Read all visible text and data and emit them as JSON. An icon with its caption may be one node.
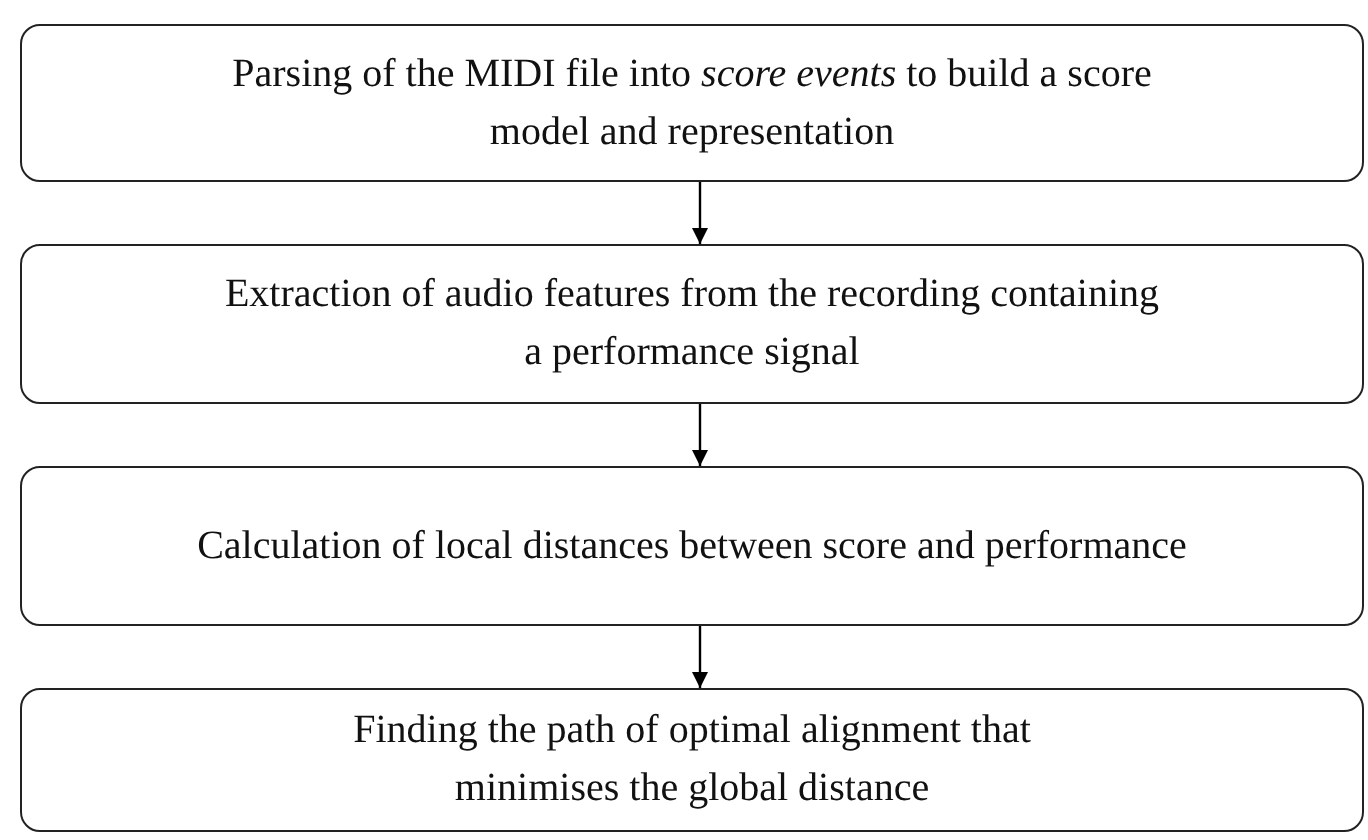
{
  "diagram": {
    "nodes": [
      {
        "text": [
          "Parsing of the MIDI file into *score  events* to build a score model and representation"
        ]
      },
      {
        "text": [
          "Extraction of audio features from the recording containing a performance signal"
        ]
      },
      {
        "text": [
          "Calculation of local distances between score and performance"
        ]
      },
      {
        "text": [
          "Finding the path of optimal alignment that minimises the global distance"
        ]
      }
    ],
    "edges": [
      {
        "from": 0,
        "to": 1,
        "arrow": "to"
      },
      {
        "from": 1,
        "to": 2,
        "arrow": "to"
      },
      {
        "from": 2,
        "to": 3,
        "arrow": "to"
      }
    ]
  }
}
